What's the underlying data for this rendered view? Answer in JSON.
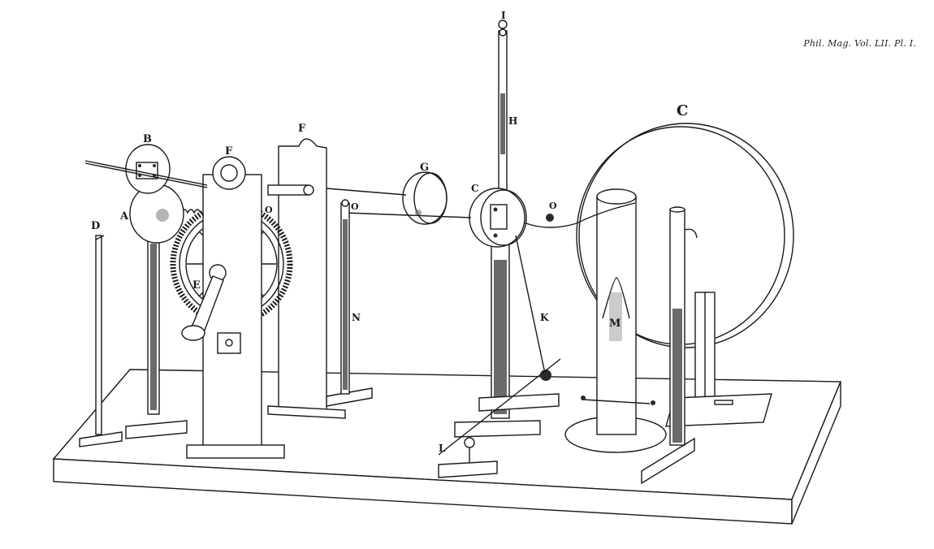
{
  "caption": "Phil. Mag. Vol. LII. Pl. I.",
  "labels": {
    "A": "A",
    "B": "B",
    "C_small": "C",
    "C_large": "C",
    "D": "D",
    "E": "E",
    "F_left": "F",
    "F_right": "F",
    "G": "G",
    "H": "H",
    "I": "I",
    "K": "K",
    "L": "L",
    "M": "M",
    "N": "N",
    "O_left": "O",
    "O_mid": "O",
    "O_right": "O"
  }
}
